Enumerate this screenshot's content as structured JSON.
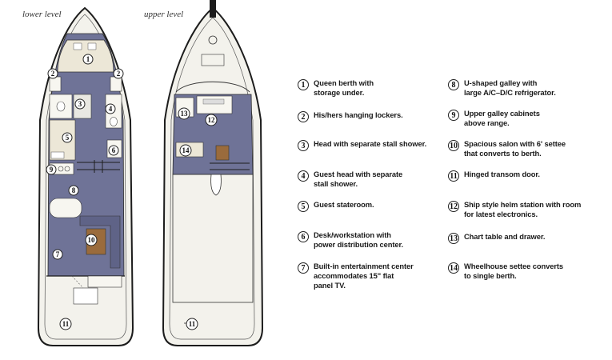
{
  "labels": {
    "lower_level": "lower level",
    "upper_level": "upper level"
  },
  "plan_markers": {
    "lower": [
      "1",
      "2",
      "2",
      "3",
      "4",
      "5",
      "6",
      "9",
      "8",
      "7",
      "10",
      "11"
    ],
    "upper": [
      "13",
      "12",
      "14",
      "11"
    ]
  },
  "legend": [
    {
      "num": "1",
      "text": "Queen berth with\nstorage under."
    },
    {
      "num": "2",
      "text": "His/hers hanging lockers."
    },
    {
      "num": "3",
      "text": "Head with separate stall shower."
    },
    {
      "num": "4",
      "text": "Guest head with separate\nstall shower."
    },
    {
      "num": "5",
      "text": "Guest stateroom."
    },
    {
      "num": "6",
      "text": "Desk/workstation with\npower distribution center."
    },
    {
      "num": "7",
      "text": "Built-in entertainment center\naccommodates 15\" flat\npanel TV."
    },
    {
      "num": "8",
      "text": "U-shaped galley with\nlarge A/C–D/C refrigerator."
    },
    {
      "num": "9",
      "text": "Upper galley cabinets\nabove range."
    },
    {
      "num": "10",
      "text": "Spacious salon with 6' settee\nthat converts to berth."
    },
    {
      "num": "11",
      "text": "Hinged transom door."
    },
    {
      "num": "12",
      "text": "Ship style helm station with room\nfor latest electronics."
    },
    {
      "num": "13",
      "text": "Chart table and drawer."
    },
    {
      "num": "14",
      "text": "Wheelhouse settee converts\nto single berth."
    }
  ],
  "colors": {
    "floor": "#6f7397",
    "hull_fill": "#f3f2ec",
    "hull_stroke": "#1c1c1c",
    "furniture": "#f7f6f0",
    "table": "#9a6b3c"
  }
}
